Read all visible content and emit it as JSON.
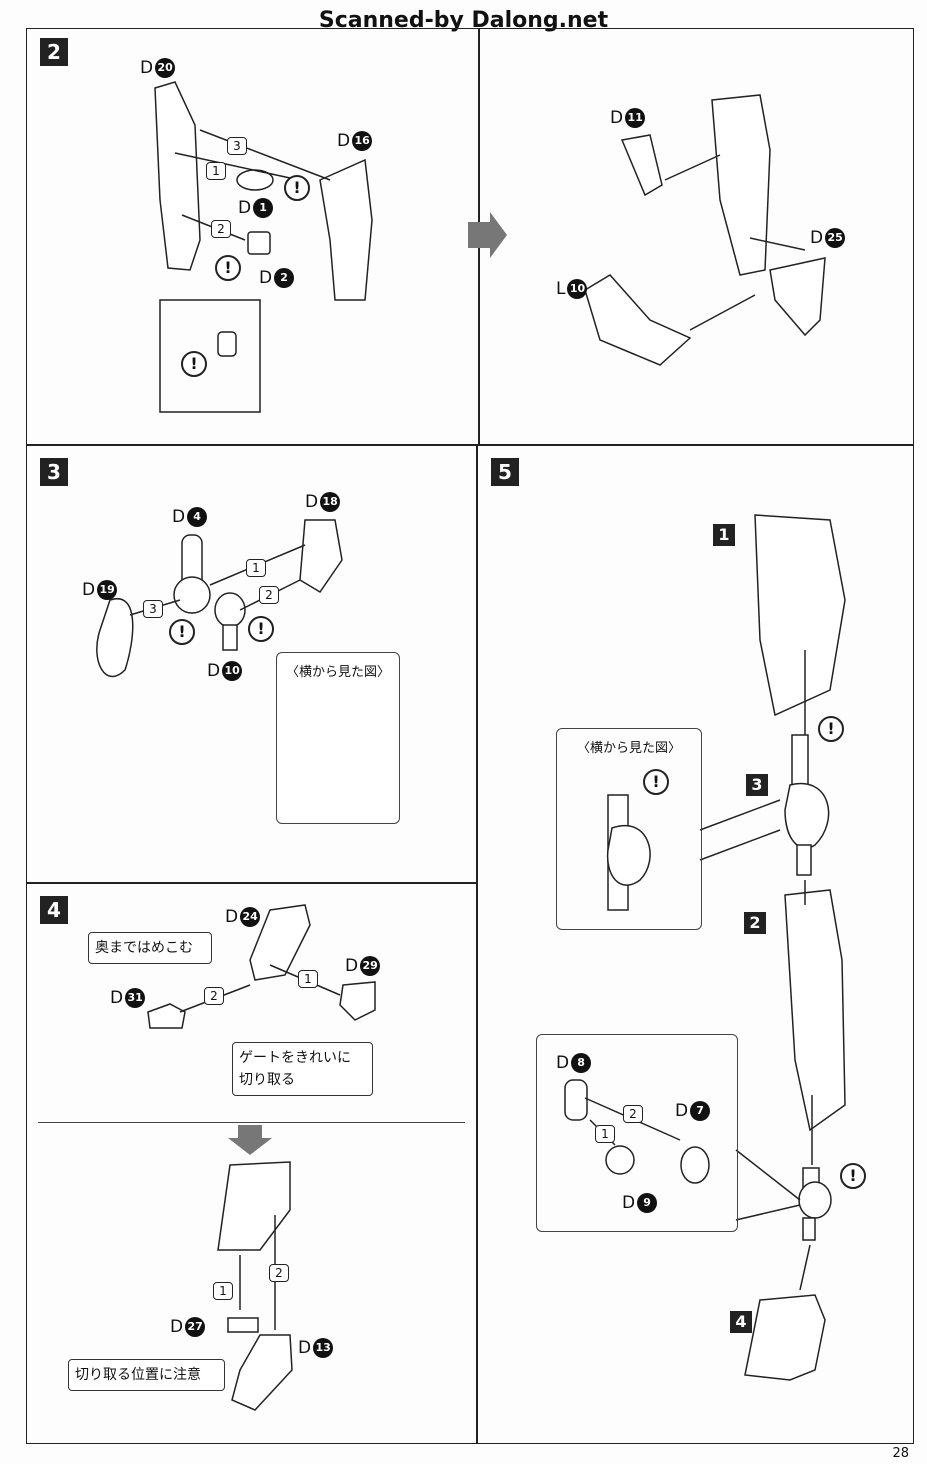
{
  "header": {
    "watermark": "Scanned-by Dalong.net"
  },
  "page_number": "28",
  "steps": {
    "s2": {
      "num": "2",
      "parts": [
        {
          "l": "D",
          "n": "20"
        },
        {
          "l": "D",
          "n": "16"
        },
        {
          "l": "D",
          "n": "1"
        },
        {
          "l": "D",
          "n": "2"
        }
      ],
      "seq": [
        "3",
        "1",
        "2"
      ]
    },
    "s2b": {
      "parts": [
        {
          "l": "D",
          "n": "11"
        },
        {
          "l": "D",
          "n": "25"
        },
        {
          "l": "L",
          "n": "10"
        }
      ]
    },
    "s3": {
      "num": "3",
      "parts": [
        {
          "l": "D",
          "n": "4"
        },
        {
          "l": "D",
          "n": "18"
        },
        {
          "l": "D",
          "n": "19"
        },
        {
          "l": "D",
          "n": "10"
        }
      ],
      "seq": [
        "1",
        "2",
        "3"
      ],
      "inset_title": "〈横から見た図〉"
    },
    "s4": {
      "num": "4",
      "parts": [
        {
          "l": "D",
          "n": "24"
        },
        {
          "l": "D",
          "n": "29"
        },
        {
          "l": "D",
          "n": "31"
        },
        {
          "l": "D",
          "n": "27"
        },
        {
          "l": "D",
          "n": "13"
        }
      ],
      "seq": [
        "2",
        "1",
        "1",
        "2"
      ],
      "callout_press": "奥まではめこむ",
      "callout_gate_1": "ゲートをきれいに",
      "callout_gate_2": "切り取る",
      "callout_cut": "切り取る位置に注意"
    },
    "s5": {
      "num": "5",
      "substeps": [
        "1",
        "3",
        "2",
        "4"
      ],
      "inset_title": "〈横から見た図〉",
      "parts": [
        {
          "l": "D",
          "n": "8"
        },
        {
          "l": "D",
          "n": "7"
        },
        {
          "l": "D",
          "n": "9"
        }
      ],
      "seq": [
        "2",
        "1"
      ]
    }
  },
  "warning_symbol": "!"
}
